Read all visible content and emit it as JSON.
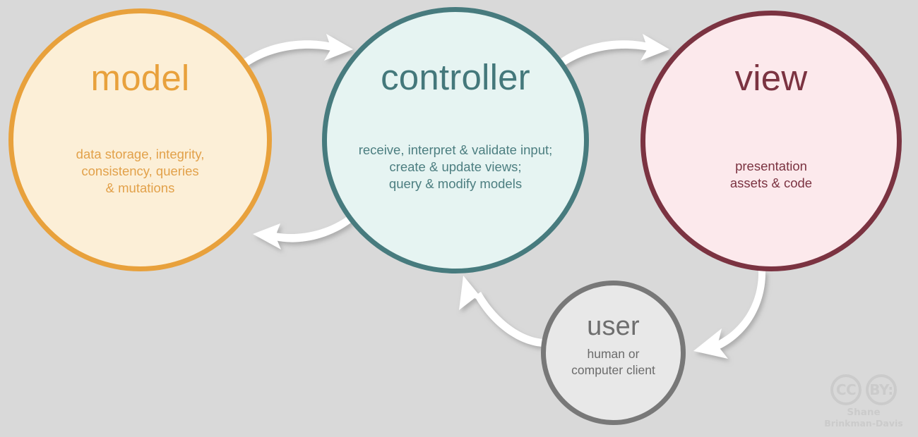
{
  "diagram": {
    "title": "Model-View-Controller (MVC) flow diagram",
    "background_color": "#d9d9d9",
    "arrow_color": "#ffffff",
    "nodes": [
      {
        "id": "model",
        "title": "model",
        "description": "data storage, integrity,\nconsistency, queries\n& mutations",
        "desc_lines": [
          "data storage, integrity,",
          "consistency, queries",
          "& mutations"
        ],
        "fill_color": "#fcefd7",
        "stroke_color": "#e8a13c",
        "text_color": "#e8a13c"
      },
      {
        "id": "controller",
        "title": "controller",
        "description": "receive, interpret & validate input;\ncreate & update views;\nquery & modify models",
        "desc_lines": [
          "receive, interpret & validate input;",
          "create & update views;",
          "query & modify models"
        ],
        "fill_color": "#e6f4f2",
        "stroke_color": "#477b7e",
        "text_color": "#44787b"
      },
      {
        "id": "view",
        "title": "view",
        "description": "presentation\nassets & code",
        "desc_lines": [
          "presentation",
          "assets & code"
        ],
        "fill_color": "#fce9ec",
        "stroke_color": "#7b3341",
        "text_color": "#7b3341"
      },
      {
        "id": "user",
        "title": "user",
        "description": "human or\ncomputer client",
        "desc_lines": [
          "human or",
          "computer client"
        ],
        "fill_color": "#e8e8e8",
        "stroke_color": "#787878",
        "text_color": "#6e6e6e"
      }
    ],
    "edges": [
      {
        "id": "model-to-controller",
        "from": "model",
        "to": "controller",
        "direction": "right"
      },
      {
        "id": "controller-to-model",
        "from": "controller",
        "to": "model",
        "direction": "left"
      },
      {
        "id": "controller-to-view",
        "from": "controller",
        "to": "view",
        "direction": "right"
      },
      {
        "id": "view-to-user",
        "from": "view",
        "to": "user",
        "direction": "down-left"
      },
      {
        "id": "user-to-controller",
        "from": "user",
        "to": "controller",
        "direction": "up-left"
      }
    ]
  },
  "watermark": {
    "badge_cc": "CC",
    "badge_by": "BY:",
    "credit_line_1": "Shane",
    "credit_line_2": "Brinkman-Davis",
    "color": "#cbcbcb"
  }
}
